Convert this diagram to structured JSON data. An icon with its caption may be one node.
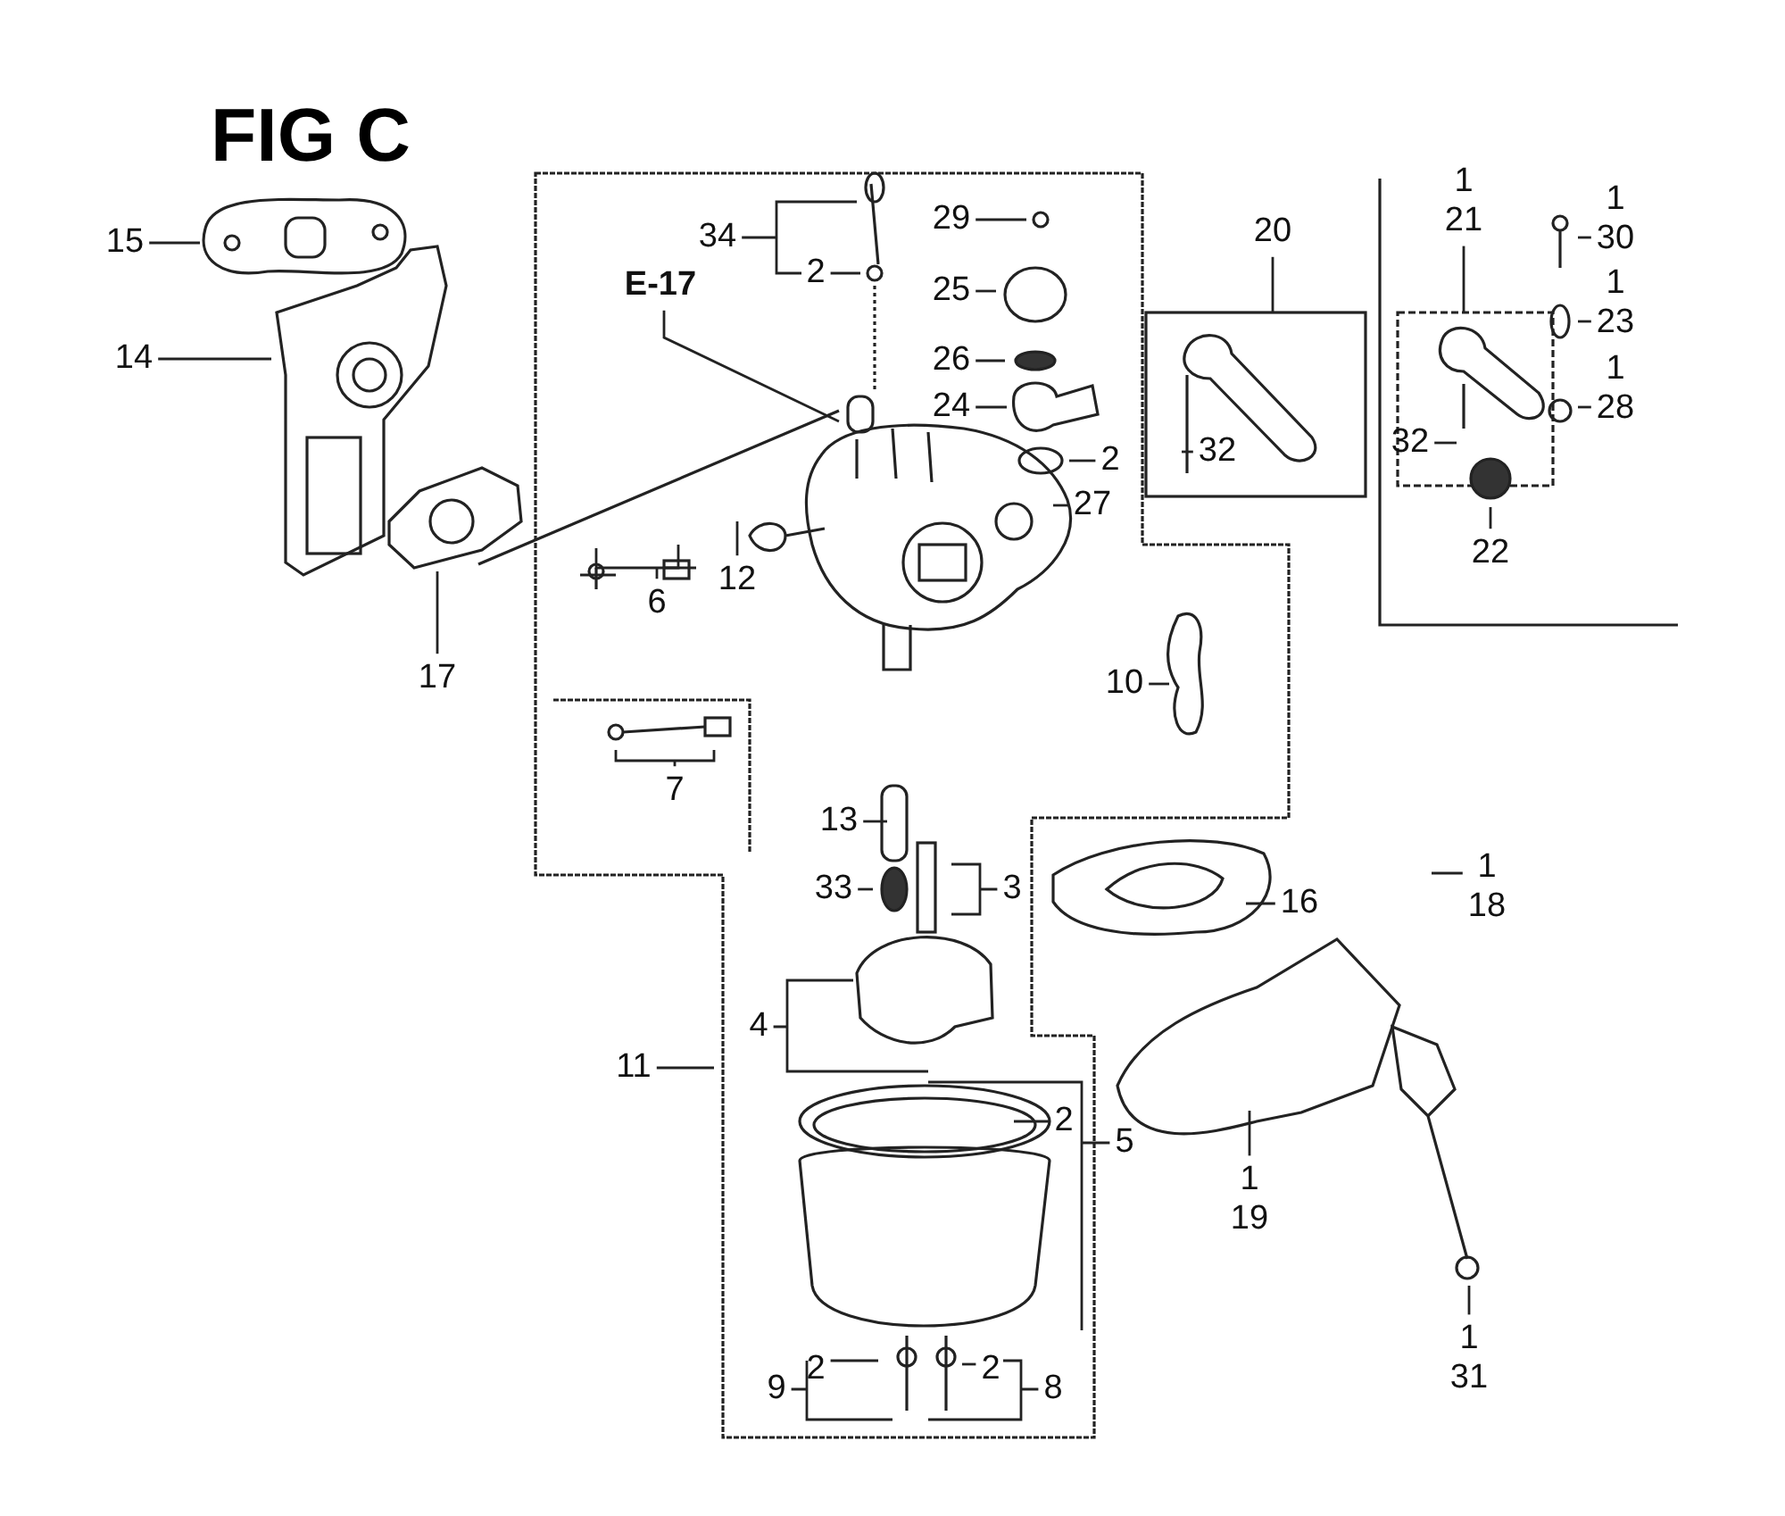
{
  "diagram": {
    "title": "FIG C",
    "nodes": [
      {
        "text": [
          "15"
        ]
      },
      {
        "text": [
          "14"
        ]
      },
      {
        "text": [
          "17"
        ]
      },
      {
        "text": [
          "34"
        ]
      },
      {
        "text": [
          "2"
        ]
      },
      {
        "text": [
          "E-17"
        ]
      },
      {
        "text": [
          "29"
        ]
      },
      {
        "text": [
          "25"
        ]
      },
      {
        "text": [
          "26"
        ]
      },
      {
        "text": [
          "24"
        ]
      },
      {
        "text": [
          "2"
        ]
      },
      {
        "text": [
          "27"
        ]
      },
      {
        "text": [
          "6"
        ]
      },
      {
        "text": [
          "12"
        ]
      },
      {
        "text": [
          "20"
        ]
      },
      {
        "text": [
          "32"
        ]
      },
      {
        "text": [
          "1",
          "21"
        ]
      },
      {
        "text": [
          "1",
          "30"
        ]
      },
      {
        "text": [
          "1",
          "23"
        ]
      },
      {
        "text": [
          "1",
          "28"
        ]
      },
      {
        "text": [
          "32"
        ]
      },
      {
        "text": [
          "22"
        ]
      },
      {
        "text": [
          "10"
        ]
      },
      {
        "text": [
          "7"
        ]
      },
      {
        "text": [
          "13"
        ]
      },
      {
        "text": [
          "33"
        ]
      },
      {
        "text": [
          "3"
        ]
      },
      {
        "text": [
          "16"
        ]
      },
      {
        "text": [
          "4"
        ]
      },
      {
        "text": [
          "11"
        ]
      },
      {
        "text": [
          "2"
        ]
      },
      {
        "text": [
          "5"
        ]
      },
      {
        "text": [
          "1",
          "18"
        ]
      },
      {
        "text": [
          "1",
          "19"
        ]
      },
      {
        "text": [
          "1",
          "31"
        ]
      },
      {
        "text": [
          "9"
        ]
      },
      {
        "text": [
          "2"
        ]
      },
      {
        "text": [
          "2"
        ]
      },
      {
        "text": [
          "8"
        ]
      }
    ],
    "edges": [
      {
        "from": 0,
        "to": null,
        "arrow": "none"
      },
      {
        "from": 1,
        "to": null,
        "arrow": "none"
      },
      {
        "from": 2,
        "to": null,
        "arrow": "none"
      },
      {
        "from": 3,
        "to": null,
        "arrow": "none"
      },
      {
        "from": 4,
        "to": null,
        "arrow": "none"
      },
      {
        "from": 5,
        "to": null,
        "arrow": "none"
      },
      {
        "from": 6,
        "to": null,
        "arrow": "none"
      },
      {
        "from": 7,
        "to": null,
        "arrow": "none"
      },
      {
        "from": 8,
        "to": null,
        "arrow": "none"
      },
      {
        "from": 9,
        "to": null,
        "arrow": "none"
      },
      {
        "from": 10,
        "to": null,
        "arrow": "none"
      },
      {
        "from": 11,
        "to": null,
        "arrow": "none"
      },
      {
        "from": 12,
        "to": null,
        "arrow": "none"
      },
      {
        "from": 13,
        "to": null,
        "arrow": "none"
      },
      {
        "from": 14,
        "to": null,
        "arrow": "none"
      },
      {
        "from": 15,
        "to": null,
        "arrow": "none"
      },
      {
        "from": 16,
        "to": null,
        "arrow": "none"
      },
      {
        "from": 17,
        "to": null,
        "arrow": "none"
      },
      {
        "from": 18,
        "to": null,
        "arrow": "none"
      },
      {
        "from": 19,
        "to": null,
        "arrow": "none"
      },
      {
        "from": 20,
        "to": null,
        "arrow": "none"
      },
      {
        "from": 21,
        "to": null,
        "arrow": "none"
      },
      {
        "from": 22,
        "to": null,
        "arrow": "none"
      },
      {
        "from": 23,
        "to": null,
        "arrow": "none"
      },
      {
        "from": 24,
        "to": null,
        "arrow": "none"
      },
      {
        "from": 25,
        "to": null,
        "arrow": "none"
      },
      {
        "from": 26,
        "to": null,
        "arrow": "none"
      },
      {
        "from": 27,
        "to": null,
        "arrow": "none"
      },
      {
        "from": 28,
        "to": null,
        "arrow": "none"
      },
      {
        "from": 29,
        "to": null,
        "arrow": "none"
      },
      {
        "from": 30,
        "to": null,
        "arrow": "none"
      },
      {
        "from": 31,
        "to": null,
        "arrow": "none"
      },
      {
        "from": 32,
        "to": null,
        "arrow": "none"
      },
      {
        "from": 33,
        "to": null,
        "arrow": "none"
      },
      {
        "from": 34,
        "to": null,
        "arrow": "none"
      },
      {
        "from": 35,
        "to": null,
        "arrow": "none"
      },
      {
        "from": 36,
        "to": null,
        "arrow": "none"
      },
      {
        "from": 37,
        "to": null,
        "arrow": "none"
      },
      {
        "from": 38,
        "to": null,
        "arrow": "none"
      }
    ]
  }
}
